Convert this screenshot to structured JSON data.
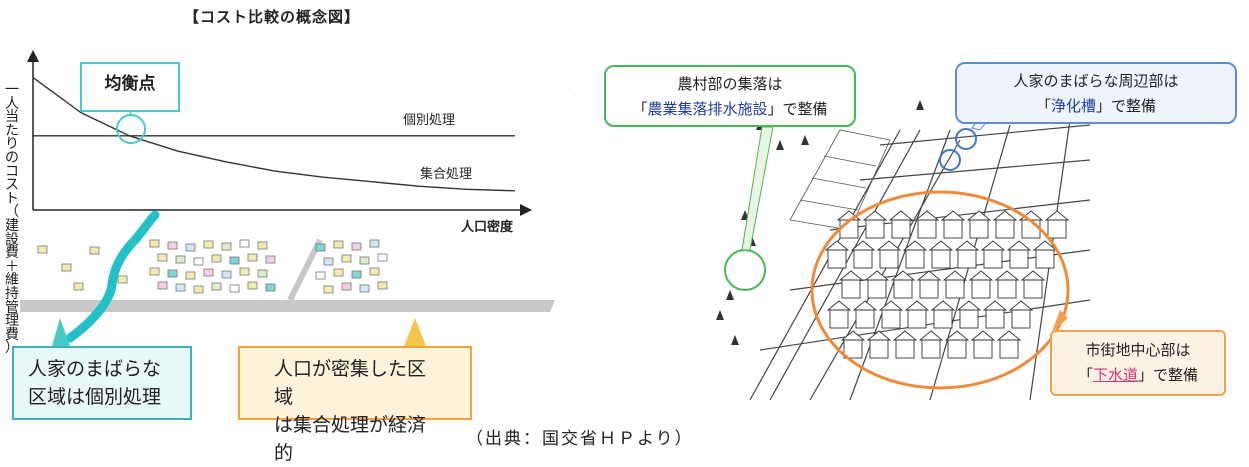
{
  "left_chart": {
    "title": "【コスト比較の概念図】",
    "y_axis_label": "一人当たりのコスト（建設費＋維持管理費）",
    "x_axis_label": "人口密度",
    "curve_labels": {
      "individual": "個別処理",
      "collective": "集合処理"
    },
    "equilibrium_label": "均衡点",
    "callout_sparse": {
      "line1": "人家のまばらな",
      "line2": "区域は個別処理"
    },
    "callout_dense": {
      "line1": "人口が密集した区域",
      "line2": "は集合処理が経済的"
    }
  },
  "chart_data": {
    "type": "line",
    "title": "【コスト比較の概念図】",
    "xlabel": "人口密度",
    "ylabel": "一人当たりのコスト（建設費＋維持管理費）",
    "x": [
      0,
      1,
      2,
      3,
      4,
      5,
      6,
      7,
      8,
      9,
      10
    ],
    "series": [
      {
        "name": "個別処理",
        "values": [
          6.2,
          6.2,
          6.2,
          6.2,
          6.2,
          6.2,
          6.2,
          6.2,
          6.2,
          6.2,
          6.2
        ]
      },
      {
        "name": "集合処理",
        "values": [
          10,
          7.7,
          6.2,
          5.2,
          4.5,
          3.9,
          3.5,
          3.2,
          2.9,
          2.7,
          2.6
        ]
      }
    ],
    "annotations": [
      "均衡点"
    ],
    "grid": false,
    "legend": "none"
  },
  "right_illustration": {
    "callout_rural": {
      "line1": "農村部の集落は",
      "line2_open": "「",
      "line2_highlight": "農業集落排水施設",
      "line2_close": "」で整備"
    },
    "callout_periphery": {
      "line1": "人家のまばらな周辺部は",
      "line2_open": "「",
      "line2_highlight": "浄化槽",
      "line2_close": "」で整備"
    },
    "callout_urban": {
      "line1": "市街地中心部は",
      "line2_open": "「",
      "line2_highlight": "下水道",
      "line2_close": "」で整備"
    }
  },
  "colors": {
    "teal": "#4ac7c7",
    "orange": "#f0a050",
    "green": "#49b653",
    "blue": "#5a8fd0",
    "navy_text": "#1f3e9c",
    "pink_text": "#d6337a"
  },
  "source": "（出典：国交省ＨＰより）"
}
